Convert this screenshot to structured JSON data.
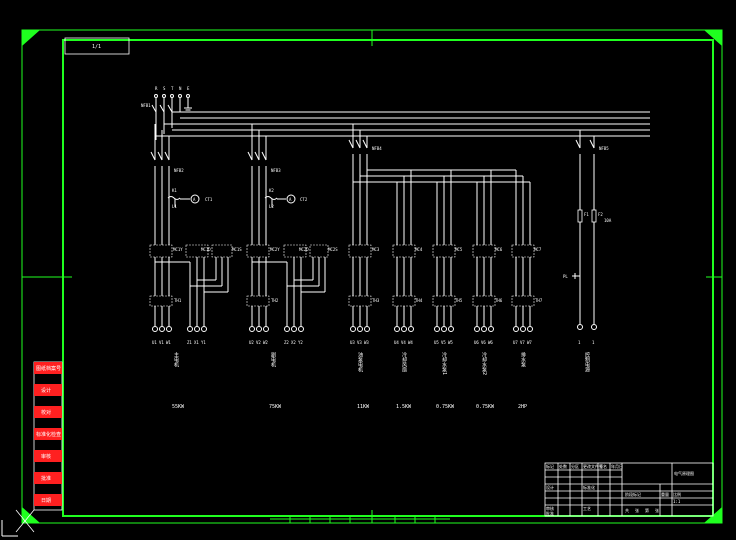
{
  "drawing": {
    "tag_box_label": "1/1",
    "main_breaker": "NFB1",
    "supply_terminals": [
      "R",
      "S",
      "T",
      "N",
      "E"
    ],
    "circuits": [
      {
        "id": "c1",
        "breaker": "NFB2",
        "ct_k": "K1",
        "ct_l": "L1",
        "ct": "CT1",
        "contactors": [
          "MC1Y",
          "MC1D",
          "MC1S"
        ],
        "thermal": "TH1",
        "terminals": [
          "U1",
          "V1",
          "W1",
          "Z1",
          "X1",
          "Y1"
        ],
        "load": "主电机",
        "power": "55KW"
      },
      {
        "id": "c2",
        "breaker": "NFB3",
        "ct_k": "K2",
        "ct_l": "L2",
        "ct": "CT2",
        "contactors": [
          "MC2Y",
          "MC2D",
          "MC2S"
        ],
        "thermal": "TH2",
        "terminals": [
          "U2",
          "V2",
          "W2",
          "Z2",
          "X2",
          "Y2"
        ],
        "load": "副电机",
        "power": "75KW"
      },
      {
        "id": "c3",
        "breaker": "NFB4",
        "contactors": [
          "MC3"
        ],
        "thermal": "TH3",
        "terminals": [
          "U3",
          "V3",
          "W3"
        ],
        "load": "油泵电机",
        "power": "11KW"
      },
      {
        "id": "c4",
        "contactors": [
          "MC4"
        ],
        "thermal": "TH4",
        "terminals": [
          "U4",
          "V4",
          "W4"
        ],
        "load": "冷却风扇",
        "power": "1.5KW"
      },
      {
        "id": "c5",
        "contactors": [
          "MC5"
        ],
        "thermal": "TH5",
        "terminals": [
          "U5",
          "V5",
          "W5"
        ],
        "load": "冷却水泵1",
        "power": "0.75KW"
      },
      {
        "id": "c6",
        "contactors": [
          "MC6"
        ],
        "thermal": "TH6",
        "terminals": [
          "U6",
          "V6",
          "W6"
        ],
        "load": "冷却水泵2",
        "power": "0.75KW"
      },
      {
        "id": "c7",
        "contactors": [
          "MC7"
        ],
        "thermal": "TH7",
        "terminals": [
          "U7",
          "V7",
          "W7"
        ],
        "load": "排水泵",
        "power": "2HP"
      }
    ],
    "control": {
      "breaker": "NFB5",
      "fuse_1": "F1",
      "fuse_2": "F2",
      "fuse_rating": "10A",
      "lamp": "PL",
      "terminals": [
        "1",
        "1"
      ],
      "load": "控制电源"
    }
  },
  "side_table": {
    "rows": [
      "图纸档案号",
      "设计",
      "校对",
      "标准化检查",
      "审核",
      "批准",
      "日期"
    ]
  },
  "title_block": {
    "drawing_title": "电气原理图",
    "header_cells": [
      "标记",
      "处数",
      "分区",
      "更改文件号",
      "签名",
      "年月日"
    ],
    "row_cells": [
      "设计",
      "标准化",
      "阶段标记",
      "重量",
      "比例"
    ],
    "bottom_cells": [
      "审核",
      "工艺",
      "批准",
      "共",
      "张",
      "第",
      "张"
    ],
    "scale": "1:1"
  },
  "colors": {
    "background": "#000000",
    "frame": "#1fff1f",
    "lines": "#ffffff"
  }
}
